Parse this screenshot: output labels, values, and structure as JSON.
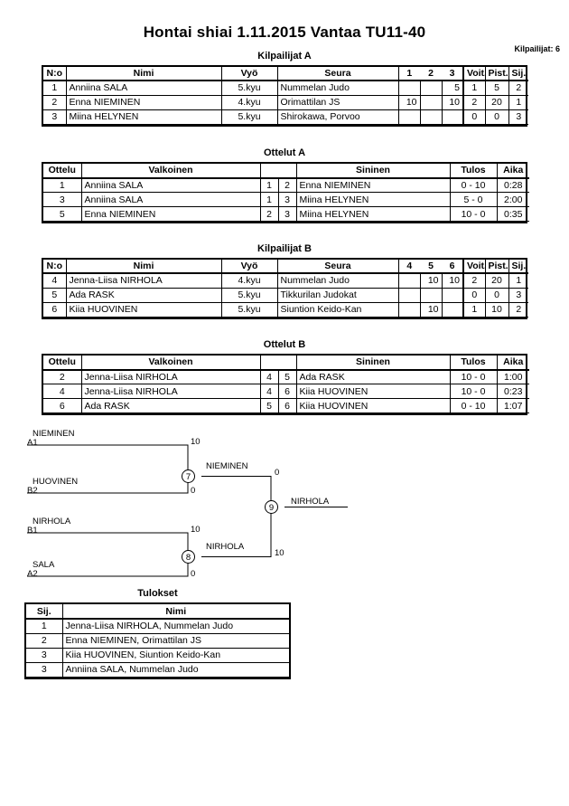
{
  "header": {
    "title": "Hontai shiai  1.11.2015  Vantaa   TU11-40",
    "competitors_label": "Kilpailijat: 6"
  },
  "pool_a": {
    "caption": "Kilpailijat A",
    "columns": [
      "N:o",
      "Nimi",
      "Vyö",
      "Seura",
      "1",
      "2",
      "3",
      "Voit.",
      "Pist.",
      "Sij."
    ],
    "rows": [
      {
        "no": "1",
        "name": "Anniina SALA",
        "belt": "5.kyu",
        "club": "Nummelan Judo",
        "m1": "",
        "m2": "",
        "m3": "5",
        "wins": "1",
        "points": "5",
        "rank": "2"
      },
      {
        "no": "2",
        "name": "Enna  NIEMINEN",
        "belt": "4.kyu",
        "club": "Orimattilan JS",
        "m1": "10",
        "m2": "",
        "m3": "10",
        "wins": "2",
        "points": "20",
        "rank": "1"
      },
      {
        "no": "3",
        "name": "Miina HELYNEN",
        "belt": "5.kyu",
        "club": "Shirokawa, Porvoo",
        "m1": "",
        "m2": "",
        "m3": "",
        "wins": "0",
        "points": "0",
        "rank": "3"
      }
    ]
  },
  "matches_a": {
    "caption": "Ottelut A",
    "columns": [
      "Ottelu",
      "Valkoinen",
      "",
      "",
      "Sininen",
      "Tulos",
      "Aika"
    ],
    "rows": [
      {
        "match": "1",
        "white": "Anniina SALA",
        "wno": "1",
        "bno": "2",
        "blue": "Enna  NIEMINEN",
        "result": "0 - 10",
        "time": "0:28"
      },
      {
        "match": "3",
        "white": "Anniina SALA",
        "wno": "1",
        "bno": "3",
        "blue": "Miina HELYNEN",
        "result": "5 - 0",
        "time": "2:00"
      },
      {
        "match": "5",
        "white": "Enna  NIEMINEN",
        "wno": "2",
        "bno": "3",
        "blue": "Miina HELYNEN",
        "result": "10 - 0",
        "time": "0:35"
      }
    ]
  },
  "pool_b": {
    "caption": "Kilpailijat B",
    "columns": [
      "N:o",
      "Nimi",
      "Vyö",
      "Seura",
      "4",
      "5",
      "6",
      "Voit.",
      "Pist.",
      "Sij."
    ],
    "rows": [
      {
        "no": "4",
        "name": "Jenna-Liisa NIRHOLA",
        "belt": "4.kyu",
        "club": "Nummelan Judo",
        "m1": "",
        "m2": "10",
        "m3": "10",
        "wins": "2",
        "points": "20",
        "rank": "1"
      },
      {
        "no": "5",
        "name": "Ada RASK",
        "belt": "5.kyu",
        "club": "Tikkurilan Judokat",
        "m1": "",
        "m2": "",
        "m3": "",
        "wins": "0",
        "points": "0",
        "rank": "3"
      },
      {
        "no": "6",
        "name": "Kiia HUOVINEN",
        "belt": "5.kyu",
        "club": "Siuntion Keido-Kan",
        "m1": "",
        "m2": "10",
        "m3": "",
        "wins": "1",
        "points": "10",
        "rank": "2"
      }
    ]
  },
  "matches_b": {
    "caption": "Ottelut B",
    "columns": [
      "Ottelu",
      "Valkoinen",
      "",
      "",
      "Sininen",
      "Tulos",
      "Aika"
    ],
    "rows": [
      {
        "match": "2",
        "white": "Jenna-Liisa NIRHOLA",
        "wno": "4",
        "bno": "5",
        "blue": "Ada RASK",
        "result": "10 - 0",
        "time": "1:00"
      },
      {
        "match": "4",
        "white": "Jenna-Liisa NIRHOLA",
        "wno": "4",
        "bno": "6",
        "blue": "Kiia HUOVINEN",
        "result": "10 - 0",
        "time": "0:23"
      },
      {
        "match": "6",
        "white": "Ada RASK",
        "wno": "5",
        "bno": "6",
        "blue": "Kiia HUOVINEN",
        "result": "0 - 10",
        "time": "1:07"
      }
    ]
  },
  "bracket": {
    "entries": [
      {
        "name": "NIEMINEN",
        "seed": "A1",
        "score": "10"
      },
      {
        "name": "HUOVINEN",
        "seed": "B2",
        "score": "0"
      },
      {
        "name": "NIRHOLA",
        "seed": "B1",
        "score": "10"
      },
      {
        "name": "SALA",
        "seed": "A2",
        "score": "0"
      }
    ],
    "semifinals": [
      {
        "node": "7",
        "winner": "NIEMINEN",
        "score": "0"
      },
      {
        "node": "8",
        "winner": "NIRHOLA",
        "score": "10"
      }
    ],
    "final": {
      "node": "9",
      "winner": "NIRHOLA"
    }
  },
  "results": {
    "caption": "Tulokset",
    "columns": [
      "Sij.",
      "Nimi"
    ],
    "rows": [
      {
        "rank": "1",
        "name": "Jenna-Liisa NIRHOLA, Nummelan Judo"
      },
      {
        "rank": "2",
        "name": "Enna  NIEMINEN, Orimattilan JS"
      },
      {
        "rank": "3",
        "name": "Kiia HUOVINEN, Siuntion Keido-Kan"
      },
      {
        "rank": "3",
        "name": "Anniina SALA, Nummelan Judo"
      }
    ]
  }
}
